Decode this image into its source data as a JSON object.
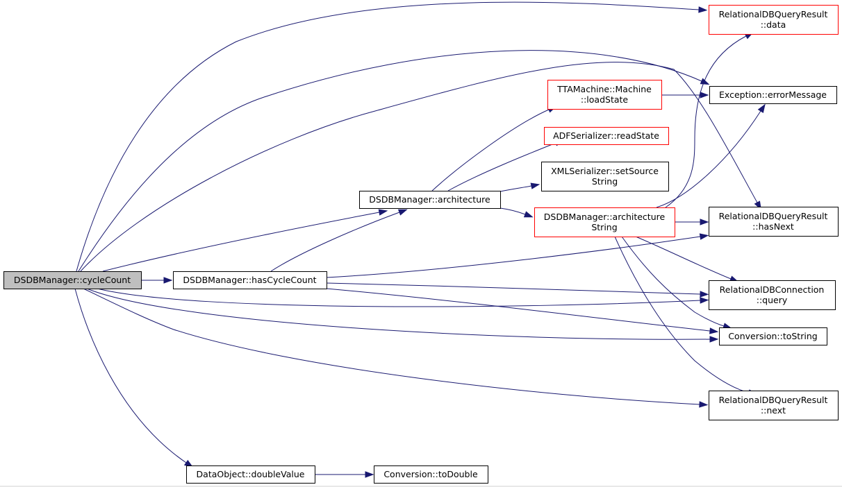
{
  "diagram": {
    "type": "call-graph",
    "colors": {
      "edge": "#191970",
      "root_fill": "#bfbfbf",
      "node_fill": "#ffffff",
      "incomplete_border": "#ff0000",
      "complete_border": "#000000"
    },
    "nodes": {
      "cycleCount": {
        "lines": [
          "DSDBManager::cycleCount"
        ],
        "root": true
      },
      "hasCycleCount": {
        "lines": [
          "DSDBManager::hasCycleCount"
        ]
      },
      "architecture": {
        "lines": [
          "DSDBManager::architecture"
        ]
      },
      "doubleValue": {
        "lines": [
          "DataObject::doubleValue"
        ]
      },
      "toDouble": {
        "lines": [
          "Conversion::toDouble"
        ]
      },
      "loadState": {
        "lines": [
          "TTAMachine::Machine",
          "::loadState"
        ],
        "incomplete": true
      },
      "readState": {
        "lines": [
          "ADFSerializer::readState"
        ],
        "incomplete": true
      },
      "setSourceString": {
        "lines": [
          "XMLSerializer::setSource",
          "String"
        ]
      },
      "architectureString": {
        "lines": [
          "DSDBManager::architecture",
          "String"
        ],
        "incomplete": true
      },
      "data": {
        "lines": [
          "RelationalDBQueryResult",
          "::data"
        ],
        "incomplete": true
      },
      "errorMessage": {
        "lines": [
          "Exception::errorMessage"
        ]
      },
      "hasNext": {
        "lines": [
          "RelationalDBQueryResult",
          "::hasNext"
        ]
      },
      "query": {
        "lines": [
          "RelationalDBConnection",
          "::query"
        ]
      },
      "toString": {
        "lines": [
          "Conversion::toString"
        ]
      },
      "next": {
        "lines": [
          "RelationalDBQueryResult",
          "::next"
        ]
      }
    },
    "edges": [
      [
        "cycleCount",
        "data"
      ],
      [
        "cycleCount",
        "errorMessage"
      ],
      [
        "cycleCount",
        "hasNext"
      ],
      [
        "cycleCount",
        "architecture"
      ],
      [
        "cycleCount",
        "hasCycleCount"
      ],
      [
        "cycleCount",
        "query"
      ],
      [
        "cycleCount",
        "toString"
      ],
      [
        "cycleCount",
        "next"
      ],
      [
        "cycleCount",
        "doubleValue"
      ],
      [
        "hasCycleCount",
        "architecture"
      ],
      [
        "hasCycleCount",
        "hasNext"
      ],
      [
        "hasCycleCount",
        "query"
      ],
      [
        "hasCycleCount",
        "toString"
      ],
      [
        "architecture",
        "loadState"
      ],
      [
        "architecture",
        "readState"
      ],
      [
        "architecture",
        "setSourceString"
      ],
      [
        "architecture",
        "architectureString"
      ],
      [
        "loadState",
        "errorMessage"
      ],
      [
        "architectureString",
        "data"
      ],
      [
        "architectureString",
        "errorMessage"
      ],
      [
        "architectureString",
        "hasNext"
      ],
      [
        "architectureString",
        "query"
      ],
      [
        "architectureString",
        "toString"
      ],
      [
        "architectureString",
        "next"
      ],
      [
        "doubleValue",
        "toDouble"
      ]
    ]
  }
}
